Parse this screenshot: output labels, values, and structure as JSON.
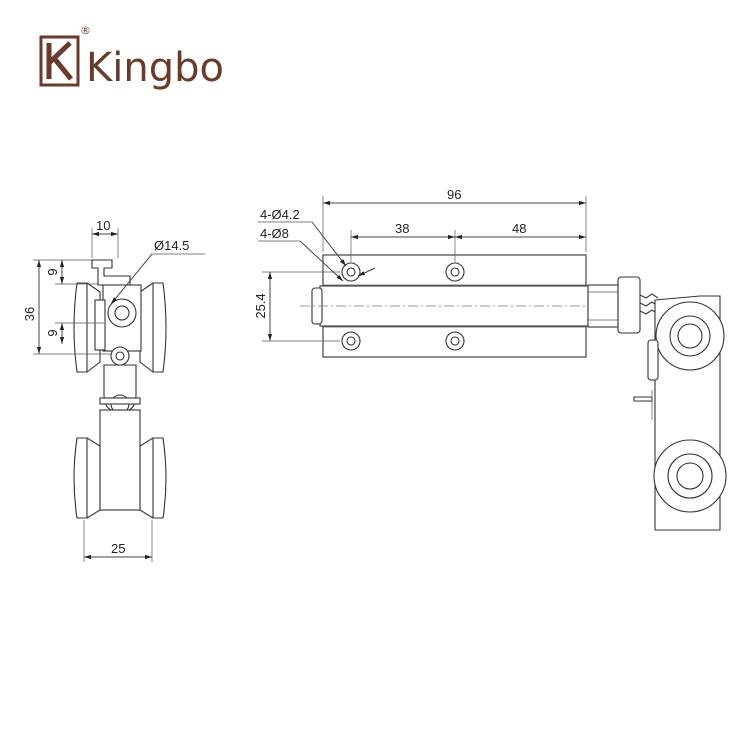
{
  "brand": {
    "name": "Kingbo",
    "registered_mark": "®",
    "color": "#6b3a2a"
  },
  "dimensions": {
    "side_view": {
      "top_width": "10",
      "diameter": "Ø14.5",
      "height": "36",
      "spacing_top": "9",
      "spacing_bottom": "9",
      "bottom_width": "25"
    },
    "front_view": {
      "overall_length": "96",
      "hole_spacing_left": "38",
      "hole_spacing_right": "48",
      "small_holes": "4-Ø4.2",
      "counterbore": "4-Ø8",
      "height": "25.4"
    }
  }
}
